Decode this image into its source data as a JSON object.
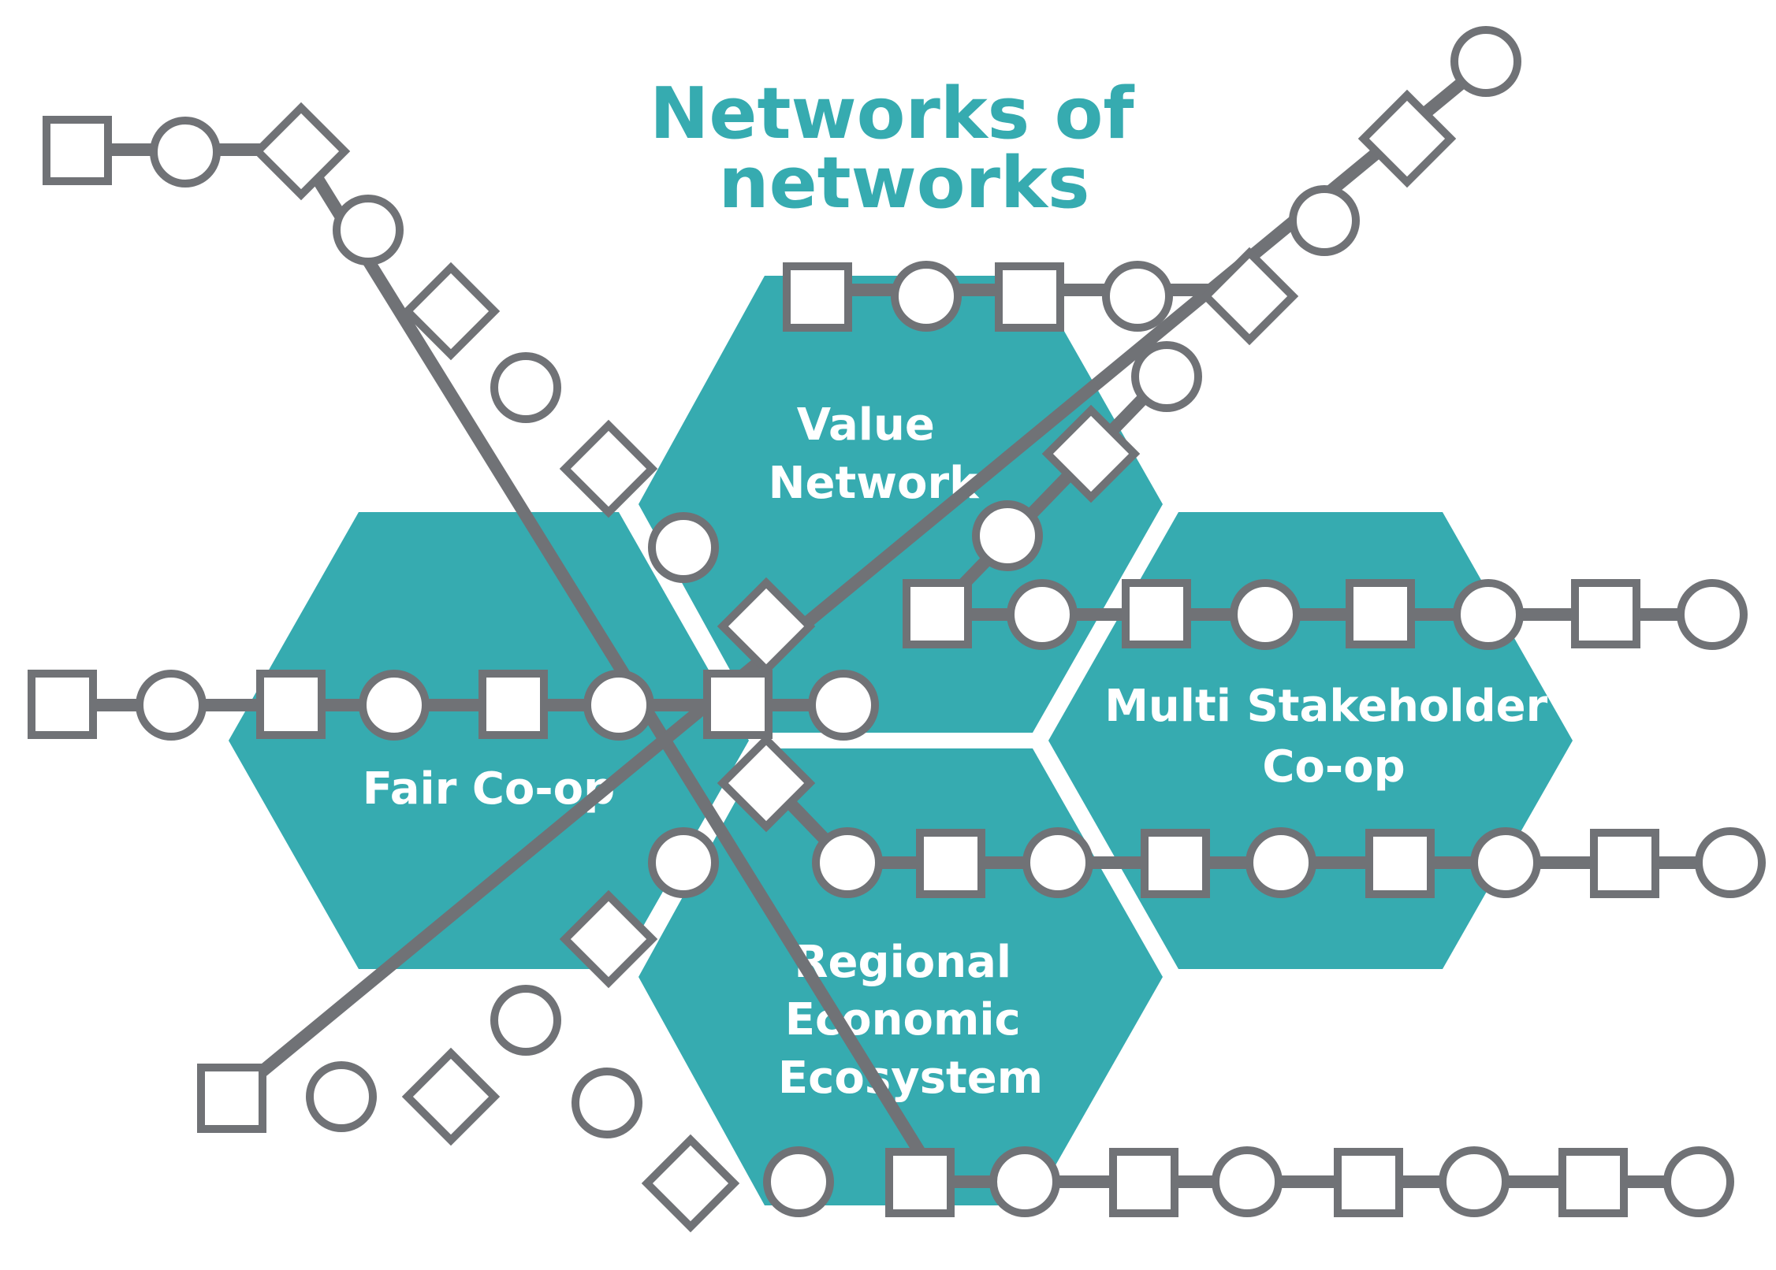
{
  "title": "Networks of networks",
  "title_lines": [
    "Networks of",
    "networks"
  ],
  "colors": {
    "teal": "#36abb0",
    "gray": "#707276",
    "white": "#ffffff"
  },
  "hexagons": [
    {
      "id": "value-network",
      "lines": [
        "Value",
        "Network"
      ]
    },
    {
      "id": "fair-coop",
      "lines": [
        "Fair Co-op"
      ]
    },
    {
      "id": "multi-stakeholder-coop",
      "lines": [
        "Multi Stakeholder",
        "Co-op"
      ]
    },
    {
      "id": "regional-economic-ecosystem",
      "lines": [
        "Regional",
        "Economic",
        "Ecosystem"
      ]
    }
  ]
}
